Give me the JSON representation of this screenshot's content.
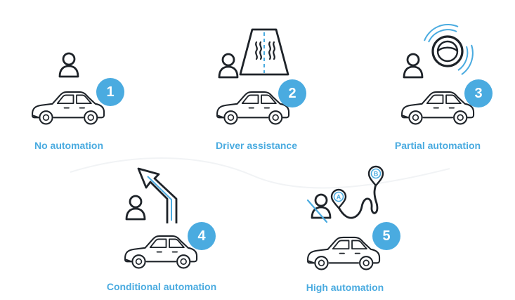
{
  "levels": [
    {
      "number": "1",
      "label": "No automation"
    },
    {
      "number": "2",
      "label": "Driver assistance"
    },
    {
      "number": "3",
      "label": "Partial automation"
    },
    {
      "number": "4",
      "label": "Conditional automation"
    },
    {
      "number": "5",
      "label": "High automation"
    }
  ],
  "route": {
    "start_marker": "A",
    "end_marker": "B"
  },
  "colors": {
    "accent": "#4aabe0",
    "line": "#1e2329"
  }
}
